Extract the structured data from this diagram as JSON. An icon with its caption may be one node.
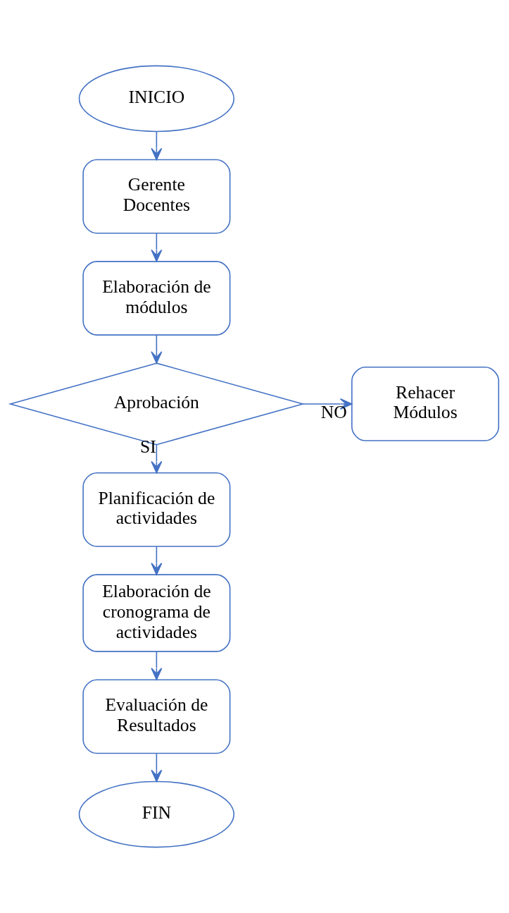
{
  "diagram": {
    "nodes": [
      {
        "text": [
          "INICIO"
        ]
      },
      {
        "text": [
          "Gerente Docentes"
        ]
      },
      {
        "text": [
          "Elaboración de módulos"
        ]
      },
      {
        "text": [
          "Aprobación"
        ]
      },
      {
        "text": [
          "Rehacer Módulos"
        ]
      },
      {
        "text": [
          "Planificación de actividades"
        ]
      },
      {
        "text": [
          "Elaboración de cronograma de actividades"
        ]
      },
      {
        "text": [
          "Evaluación de Resultados"
        ]
      },
      {
        "text": [
          "FIN"
        ]
      }
    ],
    "edges": [
      {
        "from": 0,
        "to": 1,
        "arrow": "to"
      },
      {
        "from": 1,
        "to": 2,
        "arrow": "to"
      },
      {
        "from": 2,
        "to": 3,
        "arrow": "to"
      },
      {
        "from": 3,
        "to": 4,
        "arrow": "to",
        "label": "NO"
      },
      {
        "from": 3,
        "to": 5,
        "arrow": "to",
        "label": "SI"
      },
      {
        "from": 5,
        "to": 6,
        "arrow": "to"
      },
      {
        "from": 6,
        "to": 7,
        "arrow": "to"
      },
      {
        "from": 7,
        "to": 8,
        "arrow": "to"
      }
    ]
  }
}
